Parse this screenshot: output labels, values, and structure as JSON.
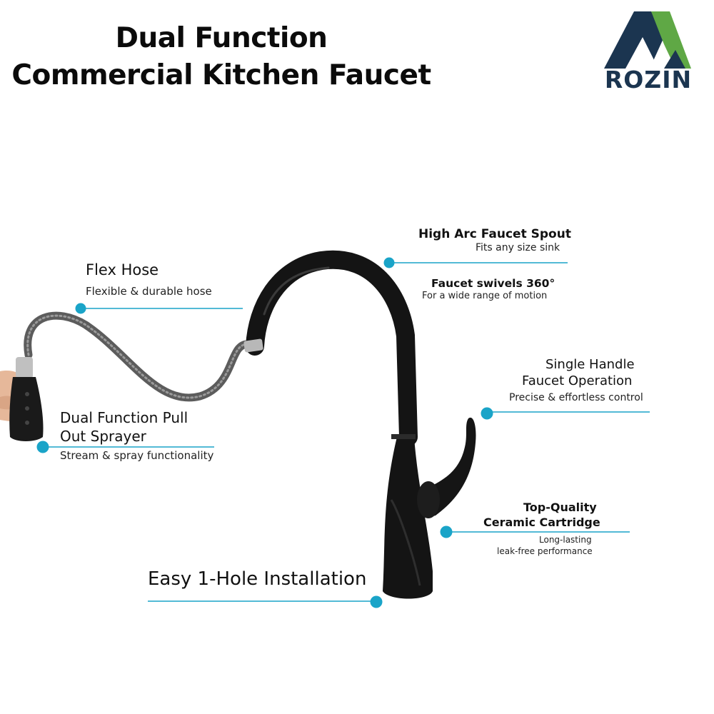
{
  "title": {
    "line1": "Dual Function",
    "line2": "Commercial Kitchen Faucet"
  },
  "brand": {
    "name": "ROZIN",
    "colors": {
      "dark": "#1b3550",
      "green": "#5fa845"
    }
  },
  "accent_color": "#1aa4c8",
  "callouts": {
    "flex_hose": {
      "heading": "Flex Hose",
      "sub": "Flexible & durable hose"
    },
    "high_arc": {
      "heading": "High Arc Faucet Spout",
      "sub": "Fits any size sink"
    },
    "swivel": {
      "heading": "Faucet swivels 360°",
      "sub": "For a wide range of motion"
    },
    "single_handle": {
      "heading_line1": "Single Handle",
      "heading_line2": "Faucet Operation",
      "sub": "Precise & effortless control"
    },
    "sprayer": {
      "heading_line1": "Dual Function Pull",
      "heading_line2": "Out Sprayer",
      "sub": "Stream & spray functionality"
    },
    "cartridge": {
      "heading_line1": "Top-Quality",
      "heading_line2": "Ceramic Cartridge",
      "sub_line1": "Long-lasting",
      "sub_line2": "leak-free performance"
    },
    "installation": {
      "heading": "Easy 1-Hole Installation"
    }
  }
}
